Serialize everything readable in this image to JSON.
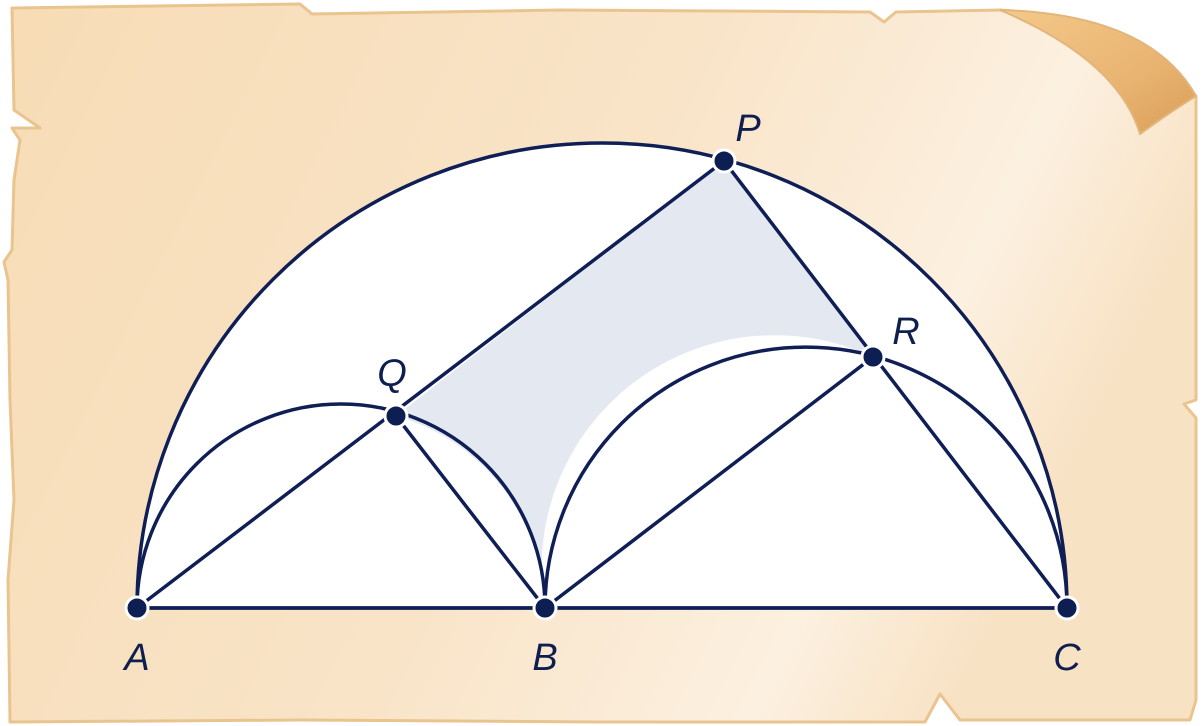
{
  "points": {
    "A": "A",
    "B": "B",
    "C": "C",
    "P": "P",
    "Q": "Q",
    "R": "R"
  },
  "colors": {
    "parchment": "#f7ddb9",
    "parchment_edge": "#eac48e",
    "line": "#0f1f56",
    "shaded_region": "#e3e8f1",
    "point_fill": "#0d1f52",
    "point_stroke": "#ffffff"
  }
}
